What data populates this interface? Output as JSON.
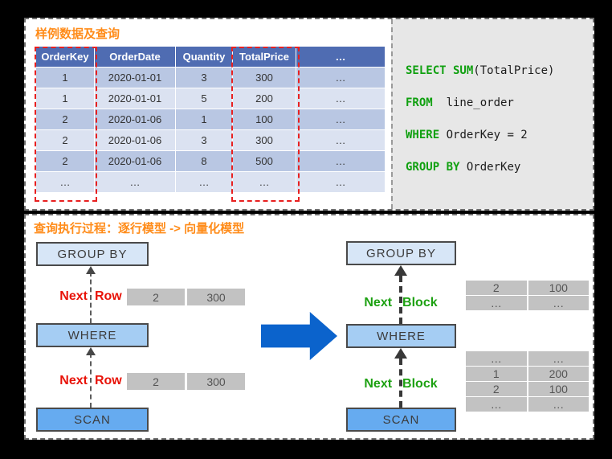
{
  "colors": {
    "accent_orange": "#ff8c1a",
    "table_header_blue": "#4f6cb2",
    "table_row_dark": "#b9c7e3",
    "table_row_light": "#dbe2f1",
    "column_highlight_red": "#e82020",
    "sql_keyword_green": "#10a010",
    "sql_panel_gray": "#e7e7e7",
    "next_row_red": "#e81309",
    "next_block_green": "#1da112",
    "box_groupby_fill": "#d7e6f7",
    "box_where_fill": "#a5cdf3",
    "box_scan_fill": "#66abf0",
    "big_arrow_blue": "#0b63cc",
    "block_cell_gray": "#c2c2c2"
  },
  "sample_panel": {
    "title": "样例数据及查询",
    "table": {
      "headers": [
        "OrderKey",
        "OrderDate",
        "Quantity",
        "TotalPrice",
        "…"
      ],
      "rows": [
        [
          "1",
          "2020-01-01",
          "3",
          "300",
          "…"
        ],
        [
          "1",
          "2020-01-01",
          "5",
          "200",
          "…"
        ],
        [
          "2",
          "2020-01-06",
          "1",
          "100",
          "…"
        ],
        [
          "2",
          "2020-01-06",
          "3",
          "300",
          "…"
        ],
        [
          "2",
          "2020-01-06",
          "8",
          "500",
          "…"
        ],
        [
          "…",
          "…",
          "…",
          "…",
          "…"
        ]
      ],
      "highlighted_columns": [
        "OrderKey",
        "TotalPrice"
      ]
    },
    "sql": {
      "line1_keyword": "SELECT SUM",
      "line1_rest": "(TotalPrice)",
      "line2_keyword": "FROM",
      "line2_rest": "  line_order",
      "line3_keyword": "WHERE",
      "line3_rest": " OrderKey = 2",
      "line4_keyword": "GROUP BY",
      "line4_rest": " OrderKey"
    }
  },
  "execution_panel": {
    "title": "查询执行过程：逐行模型 -> 向量化模型",
    "row_model": {
      "groupby_label": "GROUP BY",
      "where_label": "WHERE",
      "scan_label": "SCAN",
      "next_word1": "Next",
      "next_word2": "Row",
      "tuple1": [
        "2",
        "300"
      ],
      "tuple2": [
        "2",
        "300"
      ]
    },
    "vector_model": {
      "groupby_label": "GROUP BY",
      "where_label": "WHERE",
      "scan_label": "SCAN",
      "next_word1": "Next",
      "next_word2": "Block",
      "block1": [
        [
          "2",
          "100"
        ],
        [
          "…",
          "…"
        ]
      ],
      "block2": [
        [
          "…",
          "…"
        ],
        [
          "1",
          "200"
        ],
        [
          "2",
          "100"
        ],
        [
          "…",
          "…"
        ]
      ]
    }
  }
}
